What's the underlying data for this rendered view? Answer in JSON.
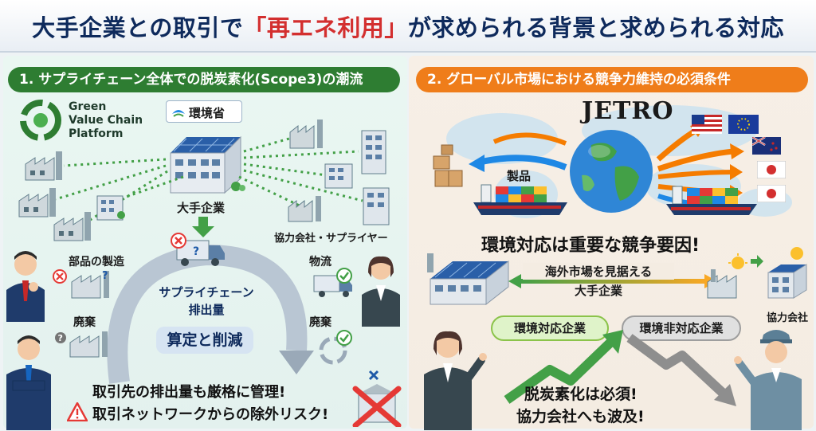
{
  "title": {
    "prefix": "大手企業との取引で",
    "highlight": "「再エネ利用」",
    "suffix": "が求められる背景と求められる対応"
  },
  "left": {
    "header": "1. サプライチェーン全体での脱炭素化(Scope3)の潮流",
    "gvc_logo": [
      "Green",
      "Value Chain",
      "Platform"
    ],
    "ministry": "環境省",
    "big_company": "大手企業",
    "suppliers": "協力会社・サプライヤー",
    "parts": "部品の製造",
    "logistics": "物流",
    "disposal_left": "廃棄",
    "disposal_right": "廃棄",
    "cycle_title_1": "サプライチェーン",
    "cycle_title_2": "排出量",
    "cycle_action": "算定と削減",
    "message_1": "取引先の排出量も厳格に管理!",
    "message_2": "取引ネットワークからの除外リスク!"
  },
  "right": {
    "header": "2. グローバル市場における競争力維持の必須条件",
    "jetro": "JETRO",
    "product": "製品",
    "headline": "環境対応は重要な競争要因!",
    "overseas_1": "海外市場を見据える",
    "overseas_2": "大手企業",
    "partner": "協力会社",
    "eco_company": "環境対応企業",
    "non_eco_company": "環境非対応企業",
    "message_1": "脱炭素化は必須!",
    "message_2": "協力会社へも波及!"
  },
  "colors": {
    "left_header": "#2e7d32",
    "right_header": "#ef7d1a",
    "title_text": "#0e2a5c",
    "title_highlight": "#d32f2f"
  }
}
